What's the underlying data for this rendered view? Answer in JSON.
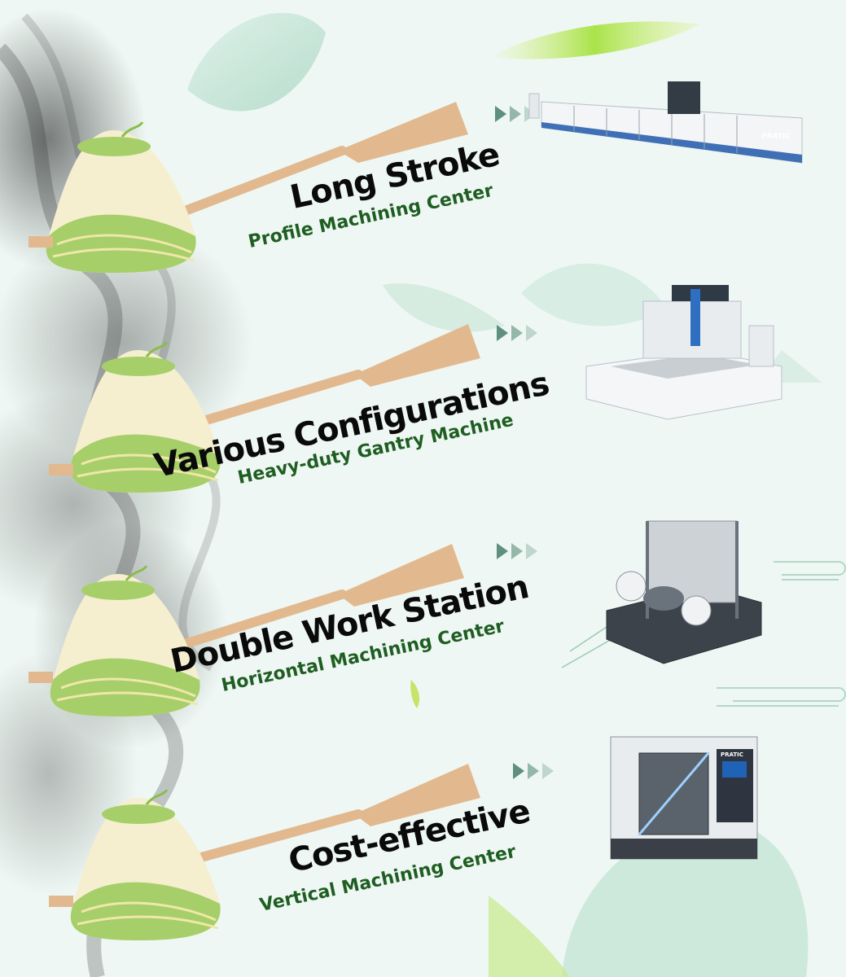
{
  "colors": {
    "background": "#eef7f3",
    "title": "#0a0a0a",
    "subtitle": "#1f5e22",
    "paddle": "#e2b98e",
    "leaf_green": "#a6cf6a",
    "rice": "#f5efcf",
    "arrow": "#5f8f80"
  },
  "items": [
    {
      "title": "Long Stroke",
      "subtitle": "Profile Machining Center",
      "machine_icon": "profile-machining-center-image",
      "brand": "PRATIC"
    },
    {
      "title": "Various Configurations",
      "subtitle": "Heavy-duty Gantry Machine",
      "machine_icon": "gantry-machine-image"
    },
    {
      "title": "Double Work Station",
      "subtitle": "Horizontal Machining Center",
      "machine_icon": "horizontal-machining-center-image"
    },
    {
      "title": "Cost-effective",
      "subtitle": "Vertical Machining Center",
      "machine_icon": "vertical-machining-center-image",
      "brand": "PRATIC"
    }
  ]
}
